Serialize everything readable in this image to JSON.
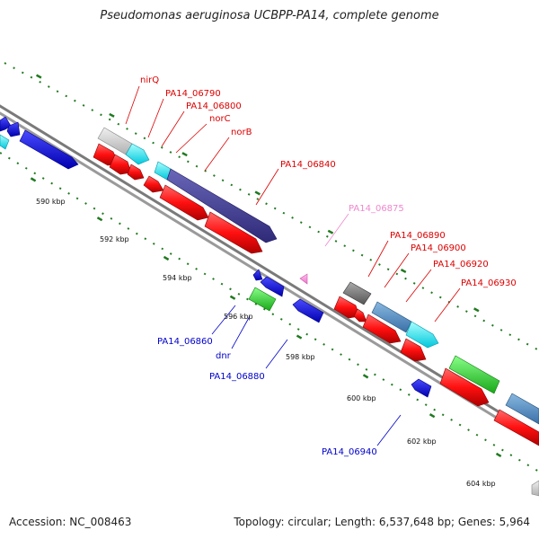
{
  "title": "Pseudomonas aeruginosa UCBPP-PA14, complete genome",
  "footer": {
    "accession": "Accession: NC_008463",
    "topology": "Topology: circular; Length: 6,537,648 bp; Genes: 5,964"
  },
  "colors": {
    "backbone": "#8a8a8a",
    "ticks": "#1f7a1f",
    "forward_label": "#dd0000",
    "reverse_label": "#0000cc",
    "highlight_label": "#ee88cc"
  },
  "position_ticks": [
    "590 kbp",
    "592 kbp",
    "594 kbp",
    "596 kbp",
    "598 kbp",
    "600 kbp",
    "602 kbp",
    "604 kbp"
  ],
  "forward_gene_labels": [
    "nirQ",
    "PA14_06790",
    "PA14_06800",
    "norC",
    "norB",
    "PA14_06840",
    "PA14_06890",
    "PA14_06900",
    "PA14_06920",
    "PA14_06930"
  ],
  "highlight_gene_label": "PA14_06875",
  "reverse_gene_labels": [
    "PA14_06860",
    "dnr",
    "PA14_06880",
    "PA14_06940"
  ]
}
